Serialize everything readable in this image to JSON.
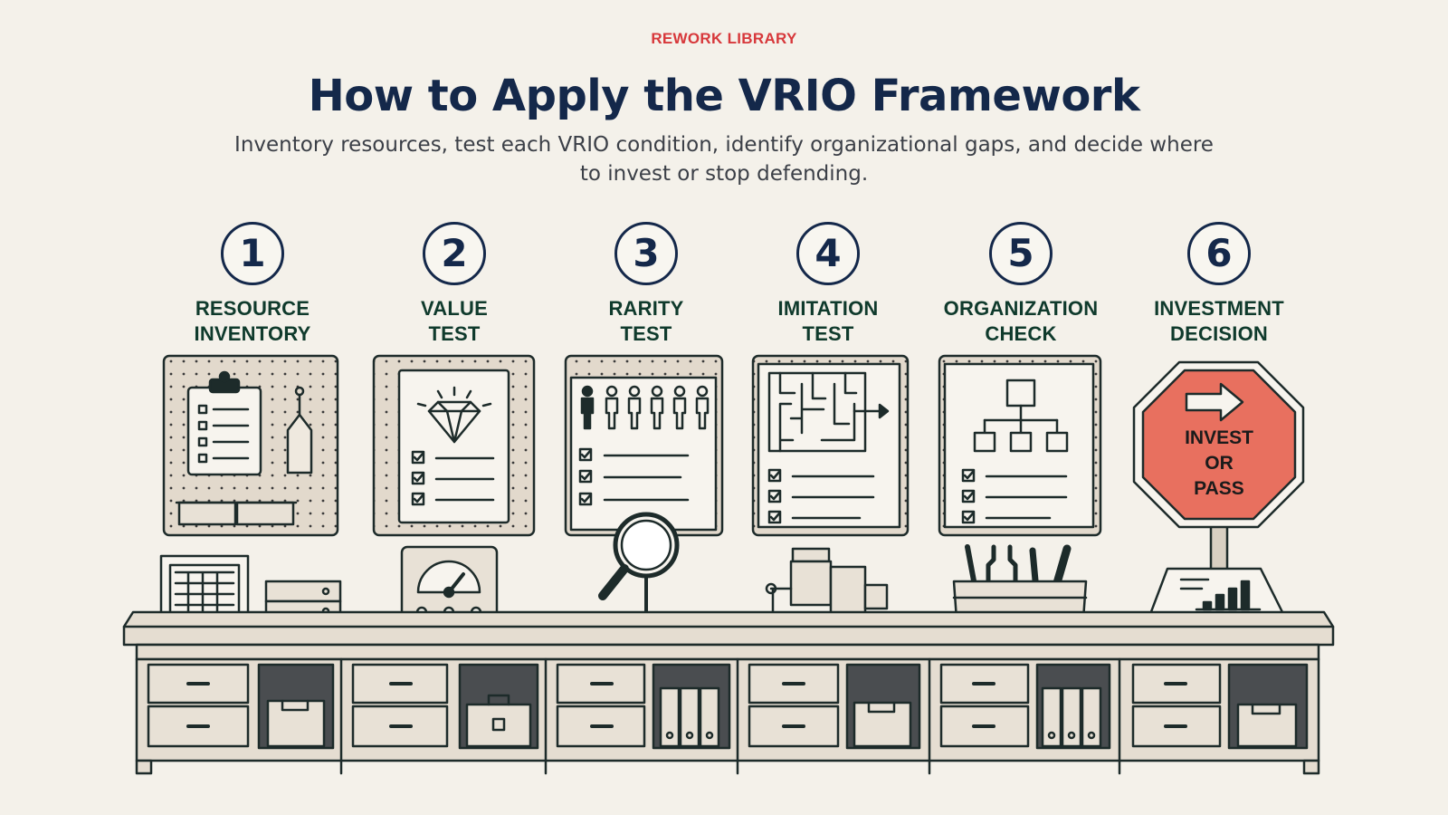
{
  "header": {
    "eyebrow": "REWORK LIBRARY",
    "title": "How to Apply the VRIO Framework",
    "subtitle": "Inventory resources, test each VRIO condition, identify organizational gaps, and decide where to invest or stop defending."
  },
  "steps": [
    {
      "number": "1",
      "line1": "RESOURCE",
      "line2": "INVENTORY",
      "icon": "clipboard-pegboard-icon"
    },
    {
      "number": "2",
      "line1": "VALUE",
      "line2": "TEST",
      "icon": "diamond-checklist-icon"
    },
    {
      "number": "3",
      "line1": "RARITY",
      "line2": "TEST",
      "icon": "people-magnifier-icon"
    },
    {
      "number": "4",
      "line1": "IMITATION",
      "line2": "TEST",
      "icon": "maze-vise-icon"
    },
    {
      "number": "5",
      "line1": "ORGANIZATION",
      "line2": "CHECK",
      "icon": "org-chart-tools-icon"
    },
    {
      "number": "6",
      "line1": "INVESTMENT",
      "line2": "DECISION",
      "icon": "stop-sign-icon"
    }
  ],
  "sign": {
    "line1": "INVEST",
    "line2": "OR",
    "line3": "PASS"
  },
  "colors": {
    "navy": "#14284a",
    "green": "#0f3a2c",
    "red": "#d7383b",
    "sign": "#e8705f",
    "bench": "#e5ddd1"
  }
}
